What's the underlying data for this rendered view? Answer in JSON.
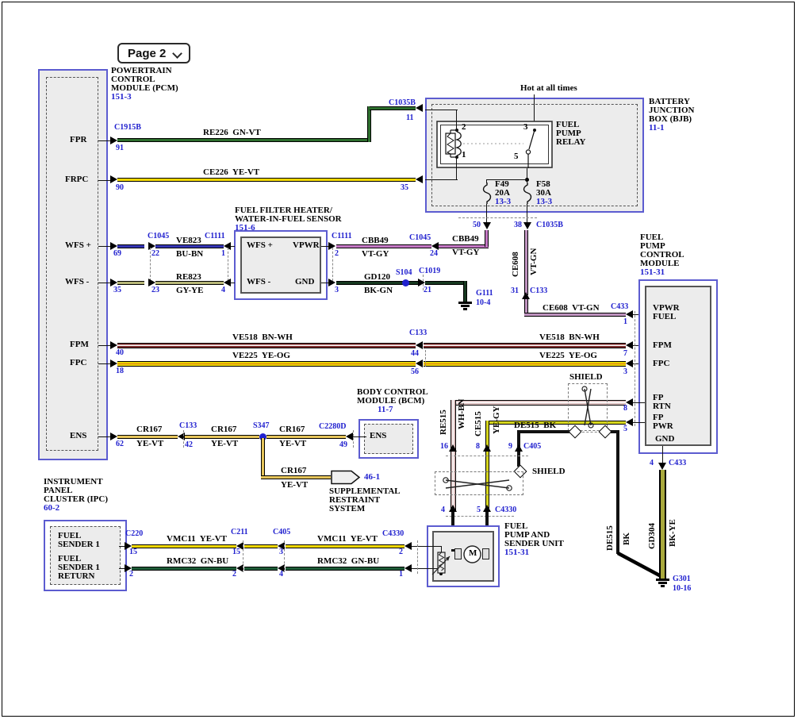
{
  "page_selector": {
    "label": "Page 2"
  },
  "pcm": {
    "title": [
      "POWERTRAIN",
      "CONTROL",
      "MODULE (PCM)"
    ],
    "ref": "151-3",
    "conn": "C1915B",
    "pins": [
      {
        "name": "FPR",
        "num": "91"
      },
      {
        "name": "FRPC",
        "num": "90"
      },
      {
        "name": "WFS +",
        "num": "69"
      },
      {
        "name": "WFS -",
        "num": "35"
      },
      {
        "name": "FPM",
        "num": "40"
      },
      {
        "name": "FPC",
        "num": "18"
      },
      {
        "name": "ENS",
        "num": "62"
      }
    ]
  },
  "bjb": {
    "title": [
      "BATTERY",
      "JUNCTION",
      "BOX (BJB)"
    ],
    "ref": "11-1",
    "hot": "Hot at all times",
    "relay": {
      "title": [
        "FUEL",
        "PUMP",
        "RELAY"
      ],
      "p2": "2",
      "p3": "3",
      "p1": "1",
      "p5": "5"
    },
    "fuse_a": {
      "name": "F49",
      "rating": "20A",
      "ref": "13-3"
    },
    "fuse_b": {
      "name": "F58",
      "rating": "30A",
      "ref": "13-3"
    },
    "conn_top": {
      "name": "C1035B",
      "p11": "11",
      "p35": "35"
    },
    "conn_bot": {
      "name": "C1035B",
      "p50": "50",
      "p38": "38"
    }
  },
  "sensor": {
    "title": [
      "FUEL FILTER HEATER/",
      "WATER-IN-FUEL SENSOR"
    ],
    "ref": "151-6",
    "wfs_plus": "WFS +",
    "vpwr": "VPWR",
    "wfs_minus": "WFS -",
    "gnd": "GND"
  },
  "fpcm": {
    "title": [
      "FUEL",
      "PUMP",
      "CONTROL",
      "MODULE"
    ],
    "ref": "151-31",
    "vpwr": [
      "VPWR",
      "FUEL"
    ],
    "fpm": "FPM",
    "fpc": "FPC",
    "fp_rtn": [
      "FP",
      "RTN"
    ],
    "fp_pwr": [
      "FP",
      "PWR"
    ],
    "gnd": "GND",
    "p1": "1",
    "p7": "7",
    "p3": "3",
    "p8": "8",
    "p5": "5",
    "p4": "4",
    "conn": "C433"
  },
  "bcm": {
    "title": [
      "BODY CONTROL",
      "MODULE (BCM)"
    ],
    "ref": "11-7",
    "ens": "ENS",
    "conn": "C2280D",
    "p49": "49"
  },
  "ipc": {
    "title": [
      "INSTRUMENT",
      "PANEL",
      "CLUSTER (IPC)"
    ],
    "ref": "60-2",
    "sender": [
      "FUEL",
      "SENDER 1"
    ],
    "sender_return": [
      "FUEL",
      "SENDER 1",
      "RETURN"
    ]
  },
  "pump": {
    "title": [
      "FUEL",
      "PUMP AND",
      "SENDER UNIT"
    ],
    "ref": "151-31",
    "motor": "M"
  },
  "srs": {
    "ref": "46-1",
    "lines": [
      "SUPPLEMENTAL",
      "RESTRAINT",
      "SYSTEM"
    ]
  },
  "shield": {
    "label": "SHIELD"
  },
  "grounds": {
    "g111": {
      "name": "G111",
      "ref": "10-4"
    },
    "g301": {
      "name": "G301",
      "ref": "10-16"
    }
  },
  "splices": {
    "s104": "S104",
    "s347": "S347"
  },
  "wires": {
    "re226": "RE226  GN-VT",
    "ce226": "CE226  YE-VT",
    "ve823": {
      "c": "VE823",
      "k": "BU-BN"
    },
    "re823": {
      "c": "RE823",
      "k": "GY-YE"
    },
    "cbb49_a": {
      "c": "CBB49",
      "k": "VT-GY"
    },
    "cbb49_b": {
      "c": "CBB49",
      "k": "VT-GY"
    },
    "gd120": {
      "c": "GD120",
      "k": "BK-GN"
    },
    "ce608_v": {
      "c": "CE608",
      "k": "VT-GN"
    },
    "ce608_h": "CE608  VT-GN",
    "ve518_a": "VE518  BN-WH",
    "ve518_b": "VE518  BN-WH",
    "ve225_a": "VE225  YE-OG",
    "ve225_b": "VE225  YE-OG",
    "cr167_a": {
      "c": "CR167",
      "k": "YE-VT"
    },
    "cr167_b": {
      "c": "CR167",
      "k": "YE-VT"
    },
    "cr167_c": {
      "c": "CR167",
      "k": "YE-VT"
    },
    "cr167_d": {
      "c": "CR167",
      "k": "YE-VT"
    },
    "re515": {
      "c": "RE515",
      "k": "WH-BN"
    },
    "ce515": {
      "c": "CE515",
      "k": "YE-GY"
    },
    "de515_h": "DE515  BK",
    "de515_v": {
      "c": "DE515",
      "k": "BK"
    },
    "gd304": {
      "c": "GD304",
      "k": "BK-YE"
    },
    "vmc11_a": "VMC11  YE-VT",
    "vmc11_b": "VMC11  YE-VT",
    "rmc32_a": "RMC32  GN-BU",
    "rmc32_b": "RMC32  GN-BU"
  },
  "connectors": {
    "c1045": {
      "name": "C1045",
      "p22": "22",
      "p23": "23",
      "p24": "24"
    },
    "c1111_l": {
      "name": "C1111",
      "p1": "1",
      "p4": "4"
    },
    "c1111_r": {
      "name": "C1111",
      "p2": "2",
      "p3": "3"
    },
    "c1019": {
      "name": "C1019",
      "p21": "21"
    },
    "c133_mid": {
      "name": "C133",
      "p44": "44",
      "p56": "56"
    },
    "c133_v": {
      "name": "C133",
      "p31": "31"
    },
    "c133_ens": {
      "name": "C133",
      "p42": "42"
    },
    "c405_r": {
      "name": "C405",
      "p16": "16",
      "p8": "8",
      "p9": "9"
    },
    "c4330_r": {
      "name": "C4330",
      "p4": "4",
      "p5": "5"
    },
    "c405_l": {
      "name": "C405",
      "p3": "3",
      "p4": "4"
    },
    "c4330_l": {
      "name": "C4330",
      "p2": "2",
      "p1": "1"
    },
    "c220": {
      "name": "C220",
      "p15": "15",
      "p2": "2"
    },
    "c211": {
      "name": "C211",
      "p15": "15",
      "p2": "2"
    }
  }
}
